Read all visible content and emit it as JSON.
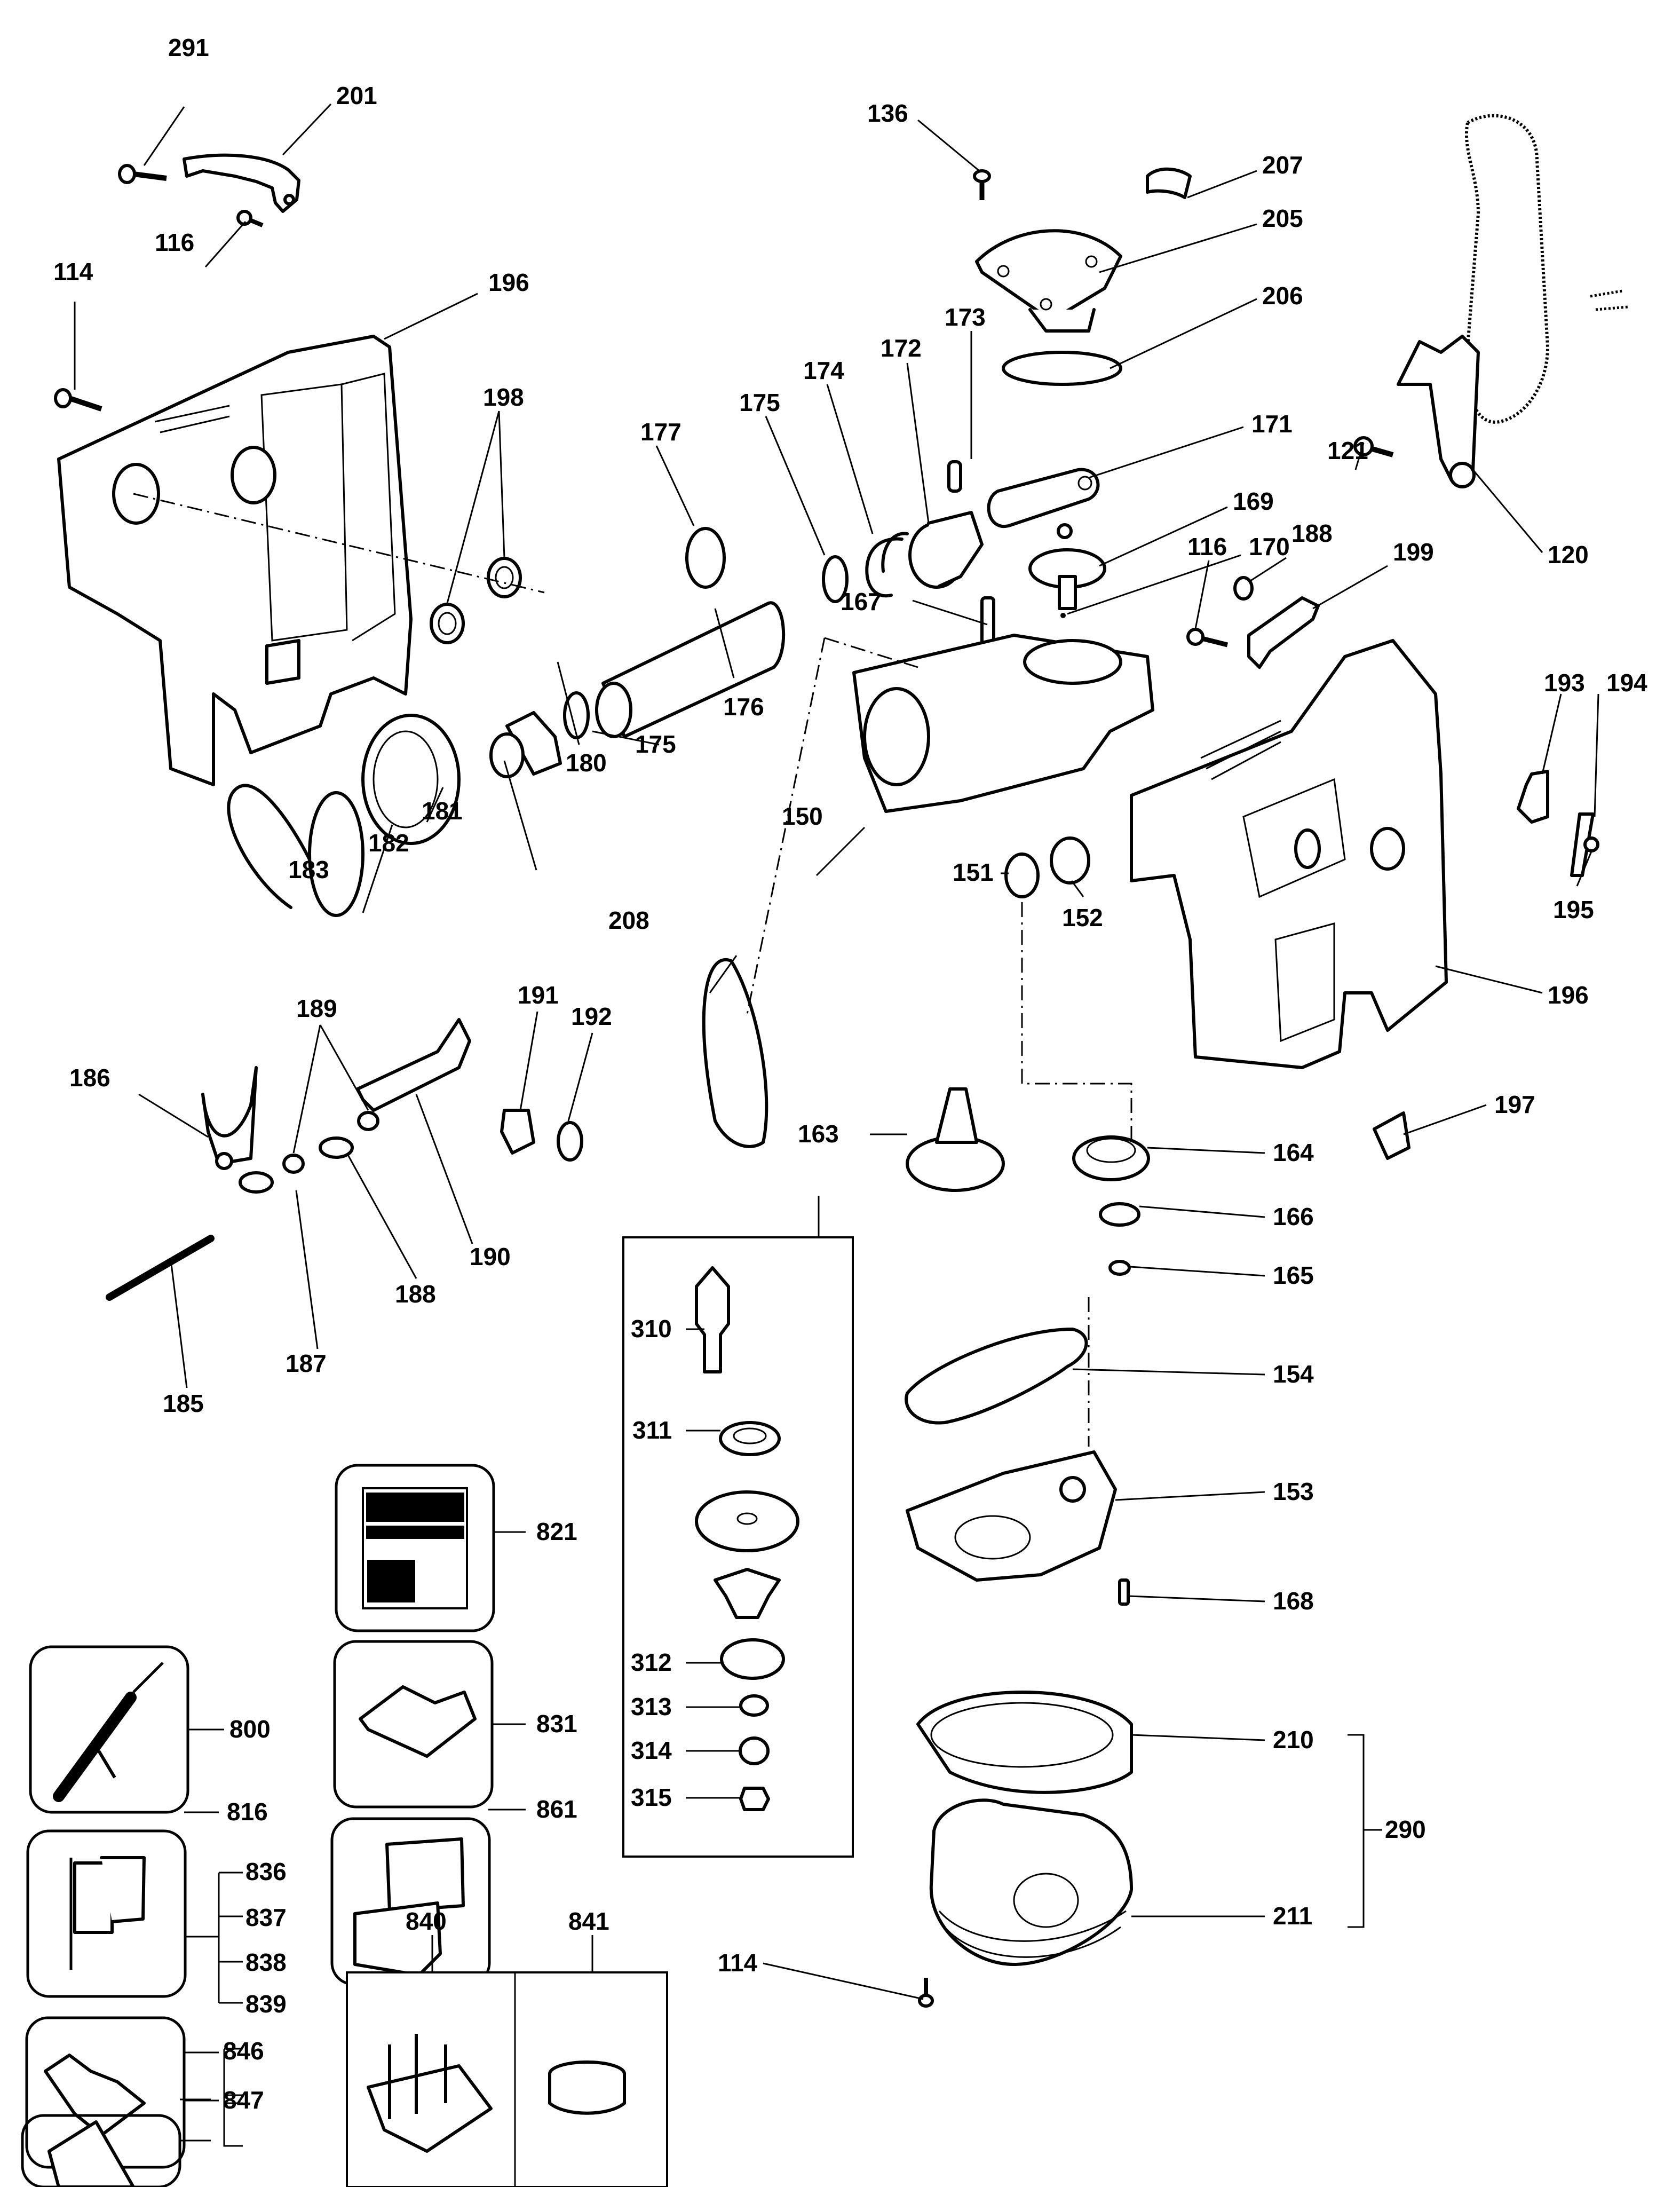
{
  "diagram": {
    "type": "exploded parts diagram",
    "subject": "rotary hammer drill",
    "callouts": [
      {
        "id": "c291",
        "label": "291"
      },
      {
        "id": "c201",
        "label": "201"
      },
      {
        "id": "c116a",
        "label": "116"
      },
      {
        "id": "c114a",
        "label": "114"
      },
      {
        "id": "c196a",
        "label": "196"
      },
      {
        "id": "c198",
        "label": "198"
      },
      {
        "id": "c177",
        "label": "177"
      },
      {
        "id": "c175a",
        "label": "175"
      },
      {
        "id": "c174",
        "label": "174"
      },
      {
        "id": "c172",
        "label": "172"
      },
      {
        "id": "c173",
        "label": "173"
      },
      {
        "id": "c136",
        "label": "136"
      },
      {
        "id": "c207",
        "label": "207"
      },
      {
        "id": "c205",
        "label": "205"
      },
      {
        "id": "c206",
        "label": "206"
      },
      {
        "id": "c171",
        "label": "171"
      },
      {
        "id": "c169",
        "label": "169"
      },
      {
        "id": "c170",
        "label": "170"
      },
      {
        "id": "c121",
        "label": "121"
      },
      {
        "id": "c120",
        "label": "120"
      },
      {
        "id": "c116b",
        "label": "116"
      },
      {
        "id": "c188a",
        "label": "188"
      },
      {
        "id": "c199",
        "label": "199"
      },
      {
        "id": "c167",
        "label": "167"
      },
      {
        "id": "c176",
        "label": "176"
      },
      {
        "id": "c175b",
        "label": "175"
      },
      {
        "id": "c180",
        "label": "180"
      },
      {
        "id": "c181",
        "label": "181"
      },
      {
        "id": "c182",
        "label": "182"
      },
      {
        "id": "c183",
        "label": "183"
      },
      {
        "id": "c208",
        "label": "208"
      },
      {
        "id": "c150",
        "label": "150"
      },
      {
        "id": "c151",
        "label": "151"
      },
      {
        "id": "c152",
        "label": "152"
      },
      {
        "id": "c193",
        "label": "193"
      },
      {
        "id": "c194",
        "label": "194"
      },
      {
        "id": "c195",
        "label": "195"
      },
      {
        "id": "c196b",
        "label": "196"
      },
      {
        "id": "c197",
        "label": "197"
      },
      {
        "id": "c191",
        "label": "191"
      },
      {
        "id": "c192",
        "label": "192"
      },
      {
        "id": "c189",
        "label": "189"
      },
      {
        "id": "c186",
        "label": "186"
      },
      {
        "id": "c190",
        "label": "190"
      },
      {
        "id": "c188b",
        "label": "188"
      },
      {
        "id": "c187",
        "label": "187"
      },
      {
        "id": "c185",
        "label": "185"
      },
      {
        "id": "c163",
        "label": "163"
      },
      {
        "id": "c164",
        "label": "164"
      },
      {
        "id": "c166",
        "label": "166"
      },
      {
        "id": "c165",
        "label": "165"
      },
      {
        "id": "c310",
        "label": "310"
      },
      {
        "id": "c311",
        "label": "311"
      },
      {
        "id": "c154",
        "label": "154"
      },
      {
        "id": "c153",
        "label": "153"
      },
      {
        "id": "c168",
        "label": "168"
      },
      {
        "id": "c312",
        "label": "312"
      },
      {
        "id": "c313",
        "label": "313"
      },
      {
        "id": "c314",
        "label": "314"
      },
      {
        "id": "c315",
        "label": "315"
      },
      {
        "id": "c210",
        "label": "210"
      },
      {
        "id": "c290",
        "label": "290"
      },
      {
        "id": "c211",
        "label": "211"
      },
      {
        "id": "c114b",
        "label": "114"
      },
      {
        "id": "c821",
        "label": "821"
      },
      {
        "id": "c800",
        "label": "800"
      },
      {
        "id": "c831",
        "label": "831"
      },
      {
        "id": "c816",
        "label": "816"
      },
      {
        "id": "c861",
        "label": "861"
      },
      {
        "id": "c836",
        "label": "836"
      },
      {
        "id": "c837",
        "label": "837"
      },
      {
        "id": "c838",
        "label": "838"
      },
      {
        "id": "c839",
        "label": "839"
      },
      {
        "id": "c840",
        "label": "840"
      },
      {
        "id": "c841",
        "label": "841"
      },
      {
        "id": "c846",
        "label": "846"
      },
      {
        "id": "c847",
        "label": "847"
      }
    ],
    "accessory_icons": [
      {
        "callout": "800",
        "icon": "grease-gun-icon"
      },
      {
        "callout": "816",
        "icon": "flag-label-icon"
      },
      {
        "callout": "821",
        "icon": "nameplate-label-icon"
      },
      {
        "callout": "831",
        "icon": "manual-book-icon"
      },
      {
        "callout": "861",
        "icon": "carry-case-icon"
      },
      {
        "callout": "836-839",
        "icon": "dust-extraction-attachment-icon"
      },
      {
        "callout": "846-847",
        "icon": "bag-icon"
      },
      {
        "callout": "840",
        "icon": "bit-holder-stand-icon"
      },
      {
        "callout": "841",
        "icon": "grease-tin-icon"
      }
    ]
  }
}
